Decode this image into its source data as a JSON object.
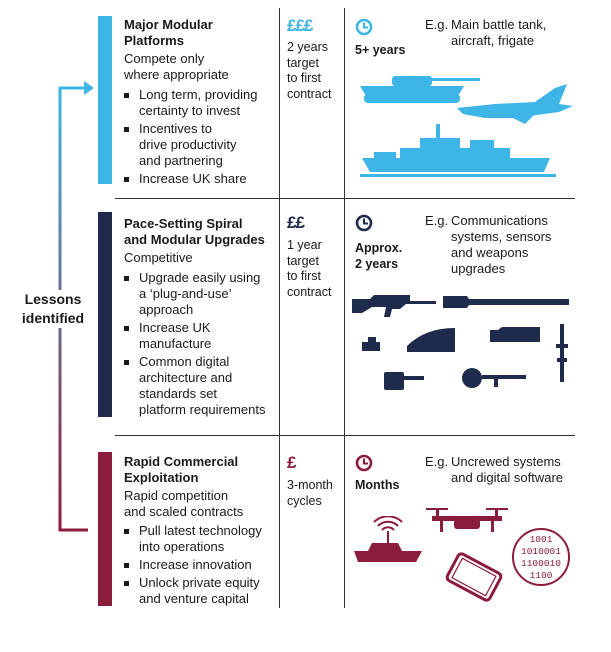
{
  "lessons_label": [
    "Lessons",
    "identified"
  ],
  "colors": {
    "tier1": "#3db5e6",
    "tier2": "#1f2b4d",
    "tier3": "#8c1c3b"
  },
  "tiers": [
    {
      "title": [
        "Major Modular",
        "Platforms"
      ],
      "subtitle": [
        "Compete only",
        "where appropriate"
      ],
      "bullets": [
        [
          "Long term, providing",
          "certainty to invest"
        ],
        [
          "Incentives to",
          "drive productivity",
          "and partnering"
        ],
        [
          "Increase UK share"
        ]
      ],
      "cost": "£££",
      "target": [
        "2 years",
        "target",
        "to first",
        "contract"
      ],
      "duration": [
        "5+ years"
      ],
      "example_prefix": "E.g.",
      "example": [
        "Main battle tank,",
        "aircraft, frigate"
      ],
      "icons": [
        "tank-icon",
        "fighter-jet-icon",
        "frigate-icon"
      ]
    },
    {
      "title": [
        "Pace-Setting Spiral",
        "and Modular Upgrades"
      ],
      "subtitle": [
        "Competitive"
      ],
      "bullets": [
        [
          "Upgrade easily using",
          "a ‘plug-and-use’",
          "approach"
        ],
        [
          "Increase UK",
          "manufacture"
        ],
        [
          "Common digital",
          "architecture and",
          "standards set",
          "platform requirements"
        ]
      ],
      "cost": "££",
      "target": [
        "1 year",
        "target",
        "to first",
        "contract"
      ],
      "duration": [
        "Approx.",
        "2 years"
      ],
      "example_prefix": "E.g.",
      "example": [
        "Communications",
        "systems, sensors",
        "and weapons",
        "upgrades"
      ],
      "icons": [
        "rifle-icon",
        "gun-barrel-icon",
        "missile-icon",
        "turret-icon",
        "radar-icon"
      ]
    },
    {
      "title": [
        "Rapid Commercial",
        "Exploitation"
      ],
      "subtitle": [
        "Rapid competition",
        "and scaled contracts"
      ],
      "bullets": [
        [
          "Pull latest technology",
          "into operations"
        ],
        [
          "Increase innovation"
        ],
        [
          "Unlock private equity",
          "and venture capital"
        ]
      ],
      "cost": "£",
      "target": [
        "3-month",
        "cycles"
      ],
      "duration": [
        "Months"
      ],
      "example_prefix": "E.g.",
      "example": [
        "Uncrewed systems",
        "and digital software"
      ],
      "icons": [
        "uncrewed-boat-icon",
        "drone-icon",
        "tablet-icon",
        "binary-code-icon"
      ],
      "binary_lines": [
        "1001",
        "1010001",
        "1100010",
        "1100"
      ]
    }
  ]
}
